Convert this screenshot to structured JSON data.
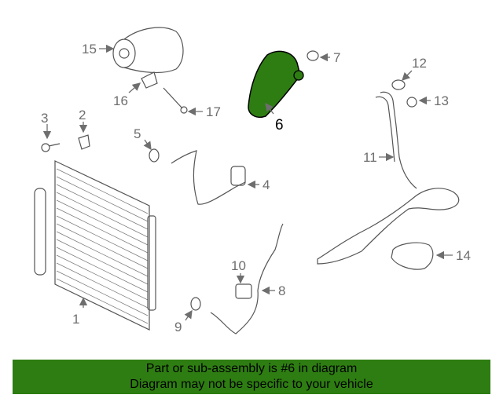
{
  "colors": {
    "highlight_fill": "#2e7d12",
    "banner_bg": "#2e7d12",
    "callout_text": "#6e6e6e",
    "line": "#555555"
  },
  "callouts": {
    "c1": "1",
    "c2": "2",
    "c3": "3",
    "c4": "4",
    "c5": "5",
    "c6": "6",
    "c7": "7",
    "c8": "8",
    "c9": "9",
    "c10": "10",
    "c11": "11",
    "c12": "12",
    "c13": "13",
    "c14": "14",
    "c15": "15",
    "c16": "16",
    "c17": "17"
  },
  "highlighted_part": "6",
  "banner": {
    "line1": "Part or sub-assembly is #6 in diagram",
    "line2": "Diagram may not be specific to your vehicle"
  }
}
